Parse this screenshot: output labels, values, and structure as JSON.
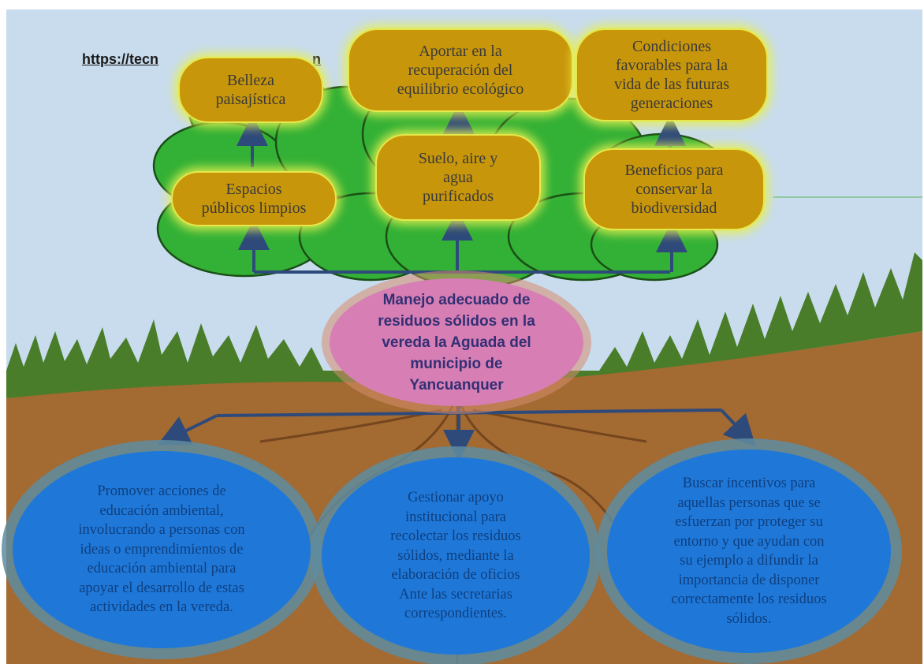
{
  "url_text": "https://tecn",
  "url_tail": "n",
  "center": {
    "lines": [
      "Manejo adecuado de",
      "residuos sólidos en la",
      "vereda la Aguada del",
      "municipio de",
      "Yancuanquer"
    ]
  },
  "top": {
    "belleza": [
      "Belleza",
      "paisajística"
    ],
    "aportar": [
      "Aportar en la",
      "recuperación del",
      "equilibrio ecológico"
    ],
    "condiciones": [
      "Condiciones",
      "favorables para la",
      "vida de las futuras",
      "generaciones"
    ],
    "espacios": [
      "Espacios",
      "públicos limpios"
    ],
    "suelo": [
      "Suelo, aire y",
      "agua",
      "purificados"
    ],
    "beneficios": [
      "Beneficios para",
      "conservar la",
      "biodiversidad"
    ]
  },
  "bottom": {
    "promover": [
      "Promover acciones de",
      "educación ambiental,",
      "involucrando a personas con",
      "ideas o emprendimientos de",
      "educación ambiental para",
      "apoyar el desarrollo de estas",
      "actividades en la vereda."
    ],
    "gestionar": [
      "Gestionar apoyo",
      "institucional para",
      "recolectar los residuos",
      "sólidos, mediante la",
      "elaboración de oficios",
      "Ante las secretarias",
      "correspondientes."
    ],
    "buscar": [
      "Buscar incentivos para",
      "aquellas personas que se",
      "esfuerzan por proteger su",
      "entorno y que ayudan con",
      "su ejemplo a difundir la",
      "importancia de disponer",
      "correctamente los residuos",
      "sólidos."
    ]
  },
  "colors": {
    "sky": "#c8dcee",
    "soil": "#a36a32",
    "grass": "#4a7d2a",
    "canopy": "#33b136",
    "gold_box": "#c8960a",
    "blue_box": "#1f78d8",
    "center_box": "#d77fb4",
    "arrow": "#2e4a7a"
  }
}
